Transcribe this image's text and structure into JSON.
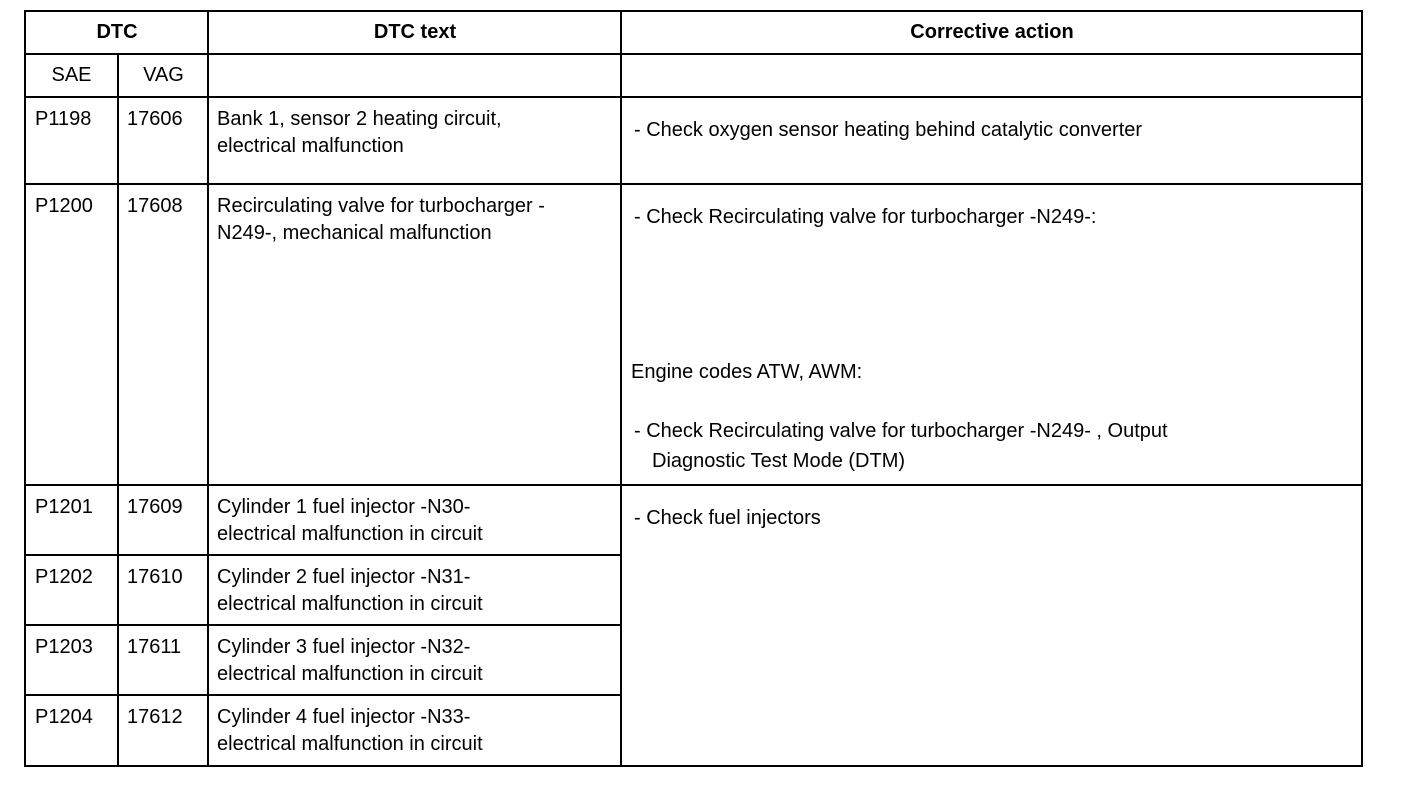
{
  "headers": {
    "dtc": "DTC",
    "dtc_text": "DTC text",
    "corrective": "Corrective action",
    "sae": "SAE",
    "vag": "VAG"
  },
  "rows": [
    {
      "sae": "P1198",
      "vag": "17606",
      "text": "Bank 1, sensor 2 heating circuit,\nelectrical malfunction"
    },
    {
      "sae": "P1200",
      "vag": "17608",
      "text": "Recirculating valve for turbocharger -\nN249-, mechanical malfunction"
    },
    {
      "sae": "P1201",
      "vag": "17609",
      "text": "Cylinder 1 fuel injector -N30-\nelectrical malfunction in circuit"
    },
    {
      "sae": "P1202",
      "vag": "17610",
      "text": "Cylinder 2 fuel injector -N31-\nelectrical malfunction in circuit"
    },
    {
      "sae": "P1203",
      "vag": "17611",
      "text": "Cylinder 3 fuel injector -N32-\nelectrical malfunction in circuit"
    },
    {
      "sae": "P1204",
      "vag": "17612",
      "text": "Cylinder 4 fuel injector -N33-\nelectrical malfunction in circuit"
    }
  ],
  "actions": {
    "a1": "- Check oxygen sensor heating behind catalytic converter",
    "a2": "- Check Recirculating valve for turbocharger -N249-:",
    "a2_engine": "Engine codes ATW, AWM:",
    "a2_dtm_1": "- Check Recirculating valve for turbocharger -N249- , Output",
    "a2_dtm_2": "Diagnostic Test Mode (DTM)",
    "a3": "- Check fuel injectors"
  }
}
